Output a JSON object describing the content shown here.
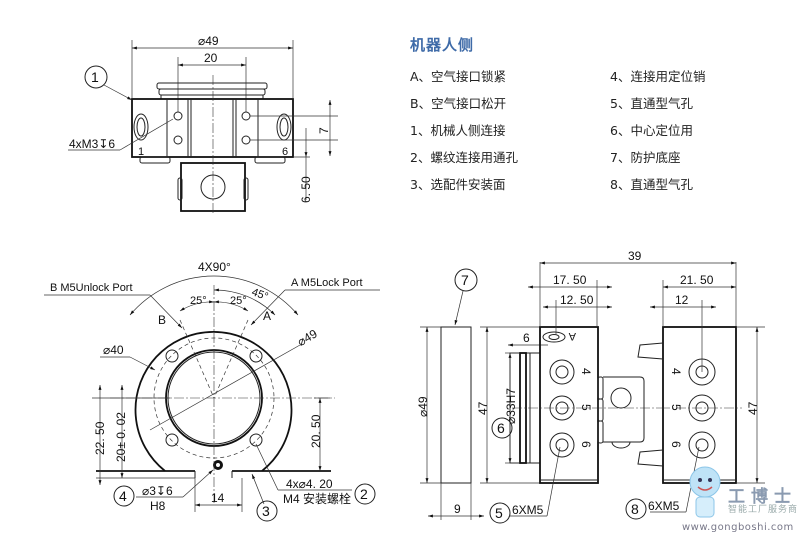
{
  "legend": {
    "title": "机器人侧",
    "items_left": [
      "A、空气接口锁紧",
      "B、空气接口松开",
      "1、机械人侧连接",
      "2、螺纹连接用通孔",
      "3、选配件安装面"
    ],
    "items_right": [
      "4、连接用定位销",
      "5、直通型气孔",
      "6、中心定位用",
      "7、防护底座",
      "8、直通型气孔"
    ]
  },
  "top_view": {
    "dim_outer": "⌀49",
    "dim_inner": "20",
    "thread_label": "4xM3↧6",
    "dim_height": "7",
    "dim_offset": "6. 50",
    "side_mark_left": "1",
    "side_mark_right": "6",
    "bubble": "1"
  },
  "plan_view": {
    "angle_total": "4X90°",
    "angle_left": "25°",
    "angle_right": "25°",
    "angle_45": "45°",
    "port_b": "B M5Unlock Port",
    "port_a": "A M5Lock Port",
    "mark_b": "B",
    "mark_a": "A",
    "dim_d49": "⌀49",
    "dim_d40": "⌀40",
    "dim_22_50": "22. 50",
    "dim_20_tol": "20± 0. 02",
    "dim_20_50": "20. 50",
    "dim_14": "14",
    "pin_label": "⌀3↧6",
    "pin_fit": "H8",
    "hole_label": "4x⌀4. 20",
    "bolt_label": "M4 安装螺栓",
    "bubble_4": "4",
    "bubble_3": "3",
    "bubble_2": "2"
  },
  "side_view": {
    "dim_39": "39",
    "dim_17_50": "17. 50",
    "dim_12_50": "12. 50",
    "dim_6": "6",
    "dim_d49": "⌀49",
    "dim_47": "47",
    "dim_d33": "⌀33H7",
    "dim_9": "9",
    "thread_5": "6XM5",
    "mark_a": "A",
    "port_nums": [
      "4",
      "5",
      "6"
    ],
    "bubble_7": "7",
    "bubble_6": "6",
    "bubble_5": "5"
  },
  "end_view": {
    "dim_21_50": "21. 50",
    "dim_12": "12",
    "dim_47": "47",
    "thread_8": "6XM5",
    "port_nums": [
      "4",
      "5",
      "6"
    ],
    "bubble_8": "8"
  },
  "watermark": {
    "brand": "工博士",
    "sub": "智能工厂服务商",
    "url": "www.gongboshi.com"
  }
}
